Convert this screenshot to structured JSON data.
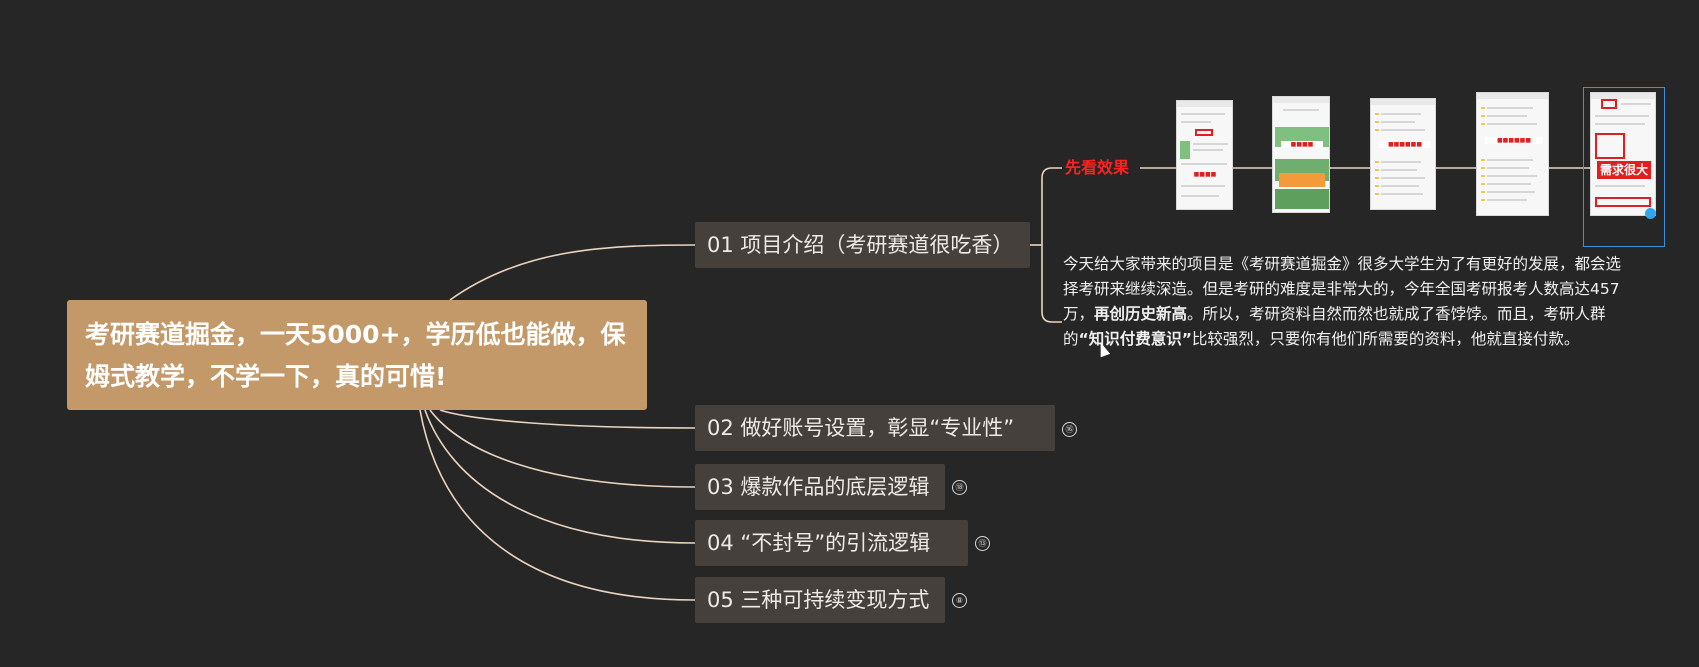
{
  "root": {
    "title": "考研赛道掘金，一天5000+，学历低也能做，保姆式教学，不学一下，真的可惜!"
  },
  "branches": [
    {
      "label": "01 项目介绍（考研赛道很吃香）",
      "badge": ""
    },
    {
      "label": "02 做好账号设置，彰显“专业性”",
      "badge": "⑯"
    },
    {
      "label": "03 爆款作品的底层逻辑",
      "badge": "⑱"
    },
    {
      "label": "04 “不封号”的引流逻辑",
      "badge": "⑬"
    },
    {
      "label": "05 三种可持续变现方式",
      "badge": "⑧"
    }
  ],
  "effect": {
    "label": "先看效果",
    "thumb_tags": [
      "",
      "",
      "",
      "",
      "需求很大"
    ]
  },
  "description": {
    "part1": "今天给大家带来的项目是《考研赛道掘金》很多大学生为了有更好的发展，都会选择考研来继续深造。但是考研的难度是非常大的，今年全国考研报考人数高达457万，",
    "bold1": "再创历史新高",
    "part2": "。所以，考研资料自然而然也就成了香饽饽。而且，考研人群的",
    "bold2": "“知识付费意识”",
    "part3": "比较强烈，只要你有他们所需要的资料，他就直接付款。"
  },
  "colors": {
    "background": "#262626",
    "root_fill": "#c4996a",
    "branch_fill": "#45403c",
    "connector": "#e8d4bf",
    "effect_label": "#ff2020",
    "selection": "#3d8fe0"
  }
}
